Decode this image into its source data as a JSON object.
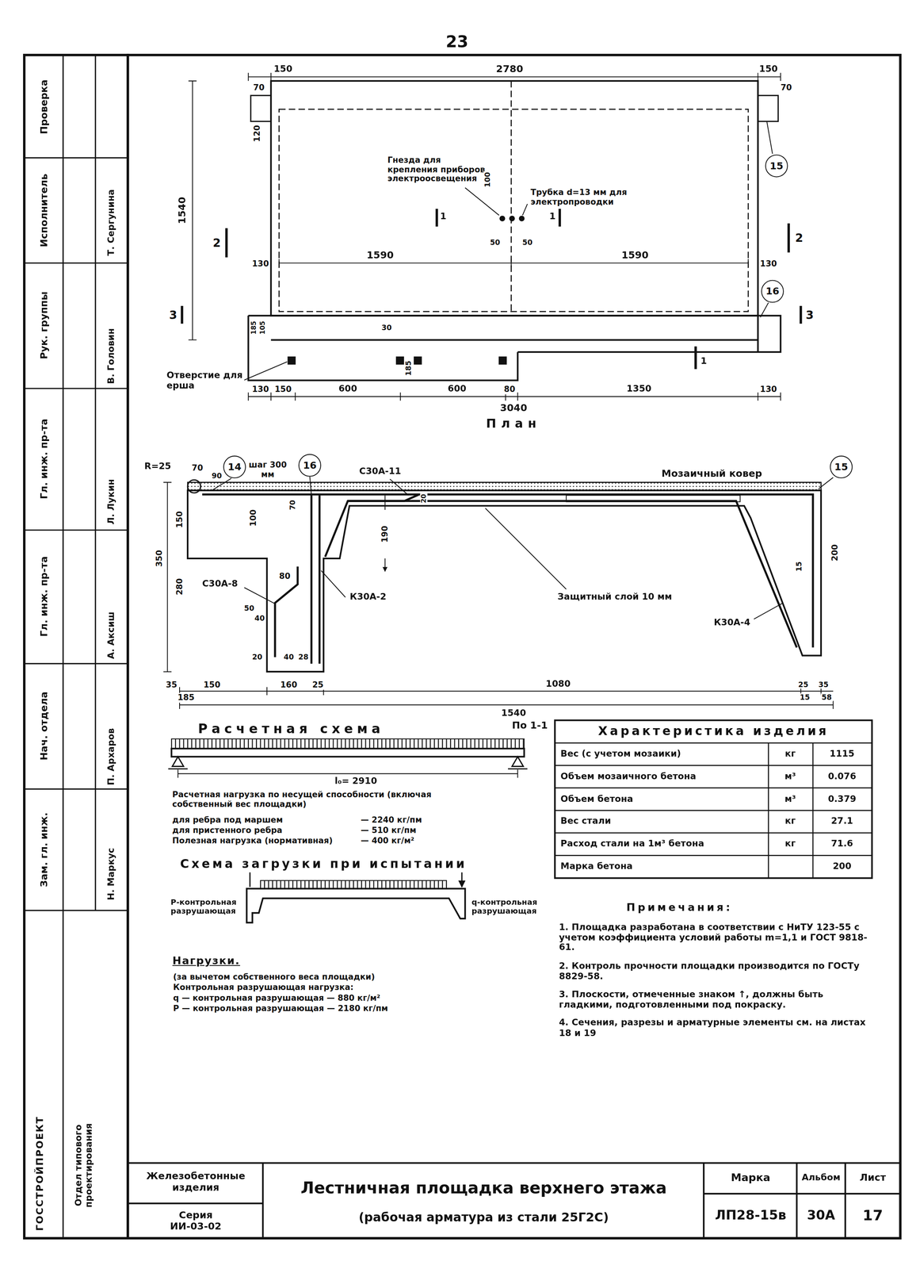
{
  "diagram": {
    "title": "Лестничная площадка верхнего этажа",
    "nodes": [
      {
        "text": [
          "15"
        ]
      },
      {
        "text": [
          "16"
        ]
      },
      {
        "text": [
          "14"
        ]
      },
      {
        "text": [
          "16"
        ]
      },
      {
        "text": [
          "15"
        ]
      }
    ],
    "labels": [
      "23",
      "Проверка",
      "Исполнитель",
      "Т. Сергунина",
      "Рук. группы",
      "В. Головин",
      "Гл. инж. пр-та",
      "Л. Лукин",
      "Гл. инж. пр-та",
      "А. Аксиш",
      "Нач. отдела",
      "П. Архаров",
      "Зам. гл. инж.",
      "Н. Маркус",
      "ГОССТРОЙПРОЕКТ",
      "Отдел типового проектирования",
      "150",
      "2780",
      "150",
      "70",
      "70",
      "120",
      "1540",
      "Гнезда для крепления приборов электроосвещения",
      "100",
      "Трубка d=13 мм для электропроводки",
      "1",
      "1",
      "50",
      "50",
      "2",
      "2",
      "1590",
      "1590",
      "130",
      "130",
      "3",
      "3",
      "185",
      "105",
      "30",
      "185",
      "1",
      "Отверстие для ерша",
      "130",
      "150",
      "600",
      "600",
      "80",
      "1350",
      "130",
      "3040",
      "План",
      "R=25",
      "70",
      "90",
      "шаг 300 мм",
      "С30А-11",
      "20",
      "Мозаичный ковер",
      "150",
      "100",
      "70",
      "190",
      "350",
      "280",
      "С30А-8",
      "80",
      "50",
      "40",
      "К30А-2",
      "Защитный слой 10 мм",
      "К30А-4",
      "15",
      "200",
      "20",
      "40",
      "28",
      "35",
      "150",
      "160",
      "25",
      "1080",
      "25",
      "35",
      "185",
      "15",
      "58",
      "1540",
      "По 1-1",
      "Расчетная схема",
      "l₀= 2910",
      "Расчетная нагрузка по несущей способности (включая собственный вес площадки)",
      "для ребра под маршем",
      "— 2240 кг/пм",
      "для пристенного ребра",
      "— 510 кг/пм",
      "Полезная нагрузка (нормативная)",
      "— 400 кг/м²",
      "Схема загрузки при испытании",
      "Р-контрольная разрушающая",
      "q-контрольная разрушающая",
      "Нагрузки.",
      "(за вычетом собственного веса площадки)",
      "Контрольная разрушающая нагрузка:",
      "q — контрольная разрушающая — 880 кг/м²",
      "P — контрольная разрушающая — 2180 кг/пм",
      "Характеристика изделия",
      "Вес (с учетом мозаики)",
      "кг",
      "1115",
      "Объем мозаичного бетона",
      "м³",
      "0.076",
      "Объем бетона",
      "м³",
      "0.379",
      "Вес стали",
      "кг",
      "27.1",
      "Расход стали на 1м³ бетона",
      "кг",
      "71.6",
      "Марка бетона",
      "200",
      "Примечания:",
      "1. Площадка разработана в соответствии с НиТУ 123-55 с учетом коэффициента условий работы m=1,1 и ГОСТ 9818-61.",
      "2. Контроль прочности площадки производится по ГОСТу 8829-58.",
      "3. Плоскости, отмеченные знаком ↑, должны быть гладкими, подготовленными под покраску.",
      "4. Сечения, разрезы и арматурные элементы см. на листах 18 и 19",
      "Железобетонные изделия",
      "Серия ИИ-03-02",
      "(рабочая арматура из стали 25Г2С)",
      "Марка",
      "ЛП28-15в",
      "Альбом",
      "30А",
      "Лист",
      "17"
    ]
  }
}
